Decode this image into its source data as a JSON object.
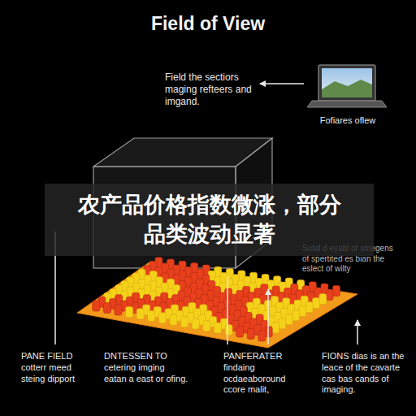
{
  "diagram": {
    "title": "Field of View",
    "nodes": [
      {
        "text": [
          "农产品价格指数微涨，部分品类波动显著"
        ]
      }
    ],
    "labels": [
      "Field the sectiors maging refteers and imgand.",
      "Fofiares oflew",
      "Solid d eyabl of smegens of spertited es bian the eslect of wilty",
      "PANE FIELD cotterr meed steing dipport",
      "DNTESSEN TO cetering imging eatan a east or ofing.",
      "PANFERATER findaing ocdaeaboround ccore malit,",
      "FIONS dias is an the leace of the cavarte cas bas cands of imaging."
    ]
  }
}
